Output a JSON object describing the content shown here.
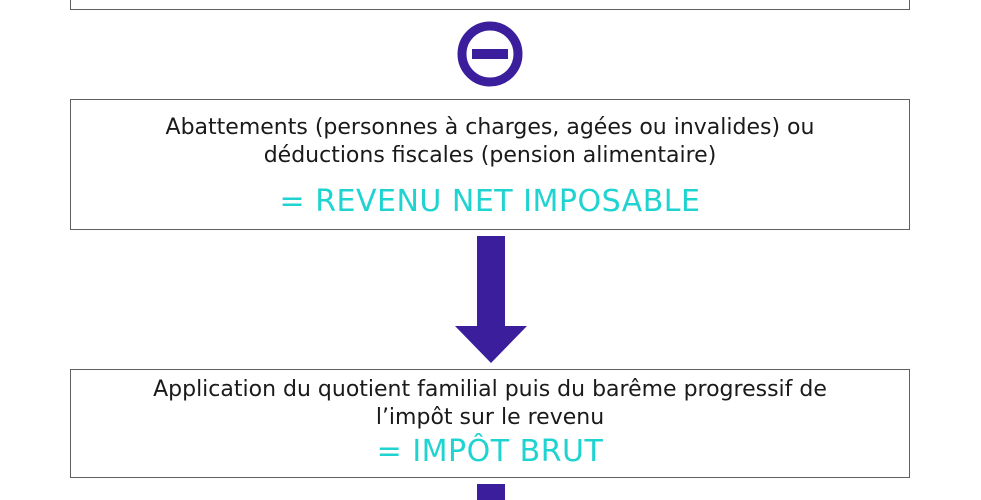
{
  "colors": {
    "accent": "#3a1e9c",
    "result": "#1fd3d0",
    "text": "#1a1a1a",
    "border": "#5f5f5f"
  },
  "icons": [
    "minus-circle-icon",
    "down-arrow-icon"
  ],
  "steps": [
    {
      "description_line1": "Abattements (personnes à charges, agées ou invalides) ou",
      "description_line2": "déductions fiscales (pension alimentaire)",
      "result": "= REVENU NET IMPOSABLE"
    },
    {
      "description_line1": "Application du quotient familial puis du barême progressif de",
      "description_line2": "l’impôt sur le revenu",
      "result": "= IMPÔT BRUT"
    }
  ]
}
